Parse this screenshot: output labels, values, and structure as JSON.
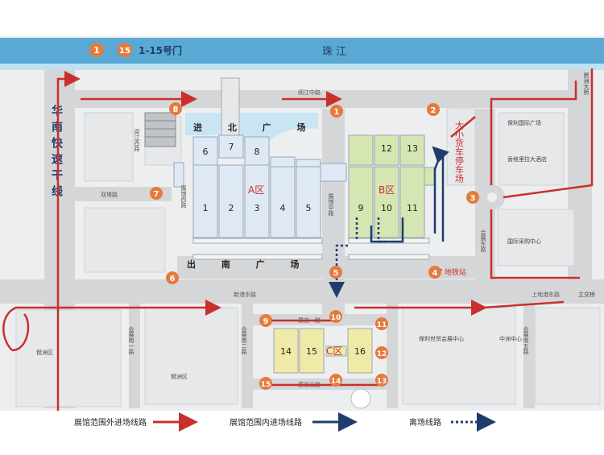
{
  "header": {
    "gate_from": "1",
    "gate_to": "15",
    "gate_range_label": "1-15号门",
    "river_label": "珠 江"
  },
  "map": {
    "highway_label": "华南快速干线",
    "north_square": "进 北 广 场",
    "south_square": "出 南 广 场",
    "area_a": "A区",
    "area_b": "B区",
    "area_c": "C区",
    "truck_yard": "大小货车停车场",
    "roads": {
      "yuejiang_middle": "阅江中路",
      "yuejiang_west": "阅江西路",
      "shuangta": "双塔路",
      "zhanguan_west": "展馆西路",
      "zhanguan_middle": "展馆中路",
      "huizhan_east": "会展东路",
      "xingang_east": "新港东路",
      "zhanlan_1": "展览一路",
      "zhanlan_2": "展览二路",
      "huizhan_south_1": "会展南一路",
      "huizhan_south_2": "会展南二路",
      "huizhan_south_5": "会展南五路",
      "ligang_east": "上地港东路",
      "pazhou_bridge": "琶洲大桥"
    },
    "places": {
      "poly_plaza": "保利国际广场",
      "shangri_la": "香格里拉大酒店",
      "intl_exhibition": "国际采购中心",
      "poly_world_trade": "保利世贸会展中心",
      "zhongzhou": "中洲中心",
      "pazhou_west": "琶洲区",
      "pazhou_c": "琶洲区",
      "lijiao_bridge": "立交桥",
      "subway": "地铁站"
    },
    "gates": [
      "1",
      "2",
      "3",
      "4",
      "5",
      "6",
      "7",
      "8",
      "9",
      "10",
      "11",
      "12",
      "13",
      "14",
      "15"
    ],
    "halls": [
      "1",
      "2",
      "3",
      "4",
      "5",
      "6",
      "7",
      "8",
      "9",
      "10",
      "11",
      "12",
      "13",
      "14",
      "15",
      "16"
    ]
  },
  "legend": {
    "outside_route": "展馆范围外进场线路",
    "inside_route": "展馆范围内进场线路",
    "exit_route": "离场线路"
  },
  "colors": {
    "river": "#5aa9d4",
    "outside_route": "#c9302c",
    "inside_route": "#1f3c6e",
    "road": "#d4d6d8",
    "gate_circle": "#e57a3c"
  }
}
